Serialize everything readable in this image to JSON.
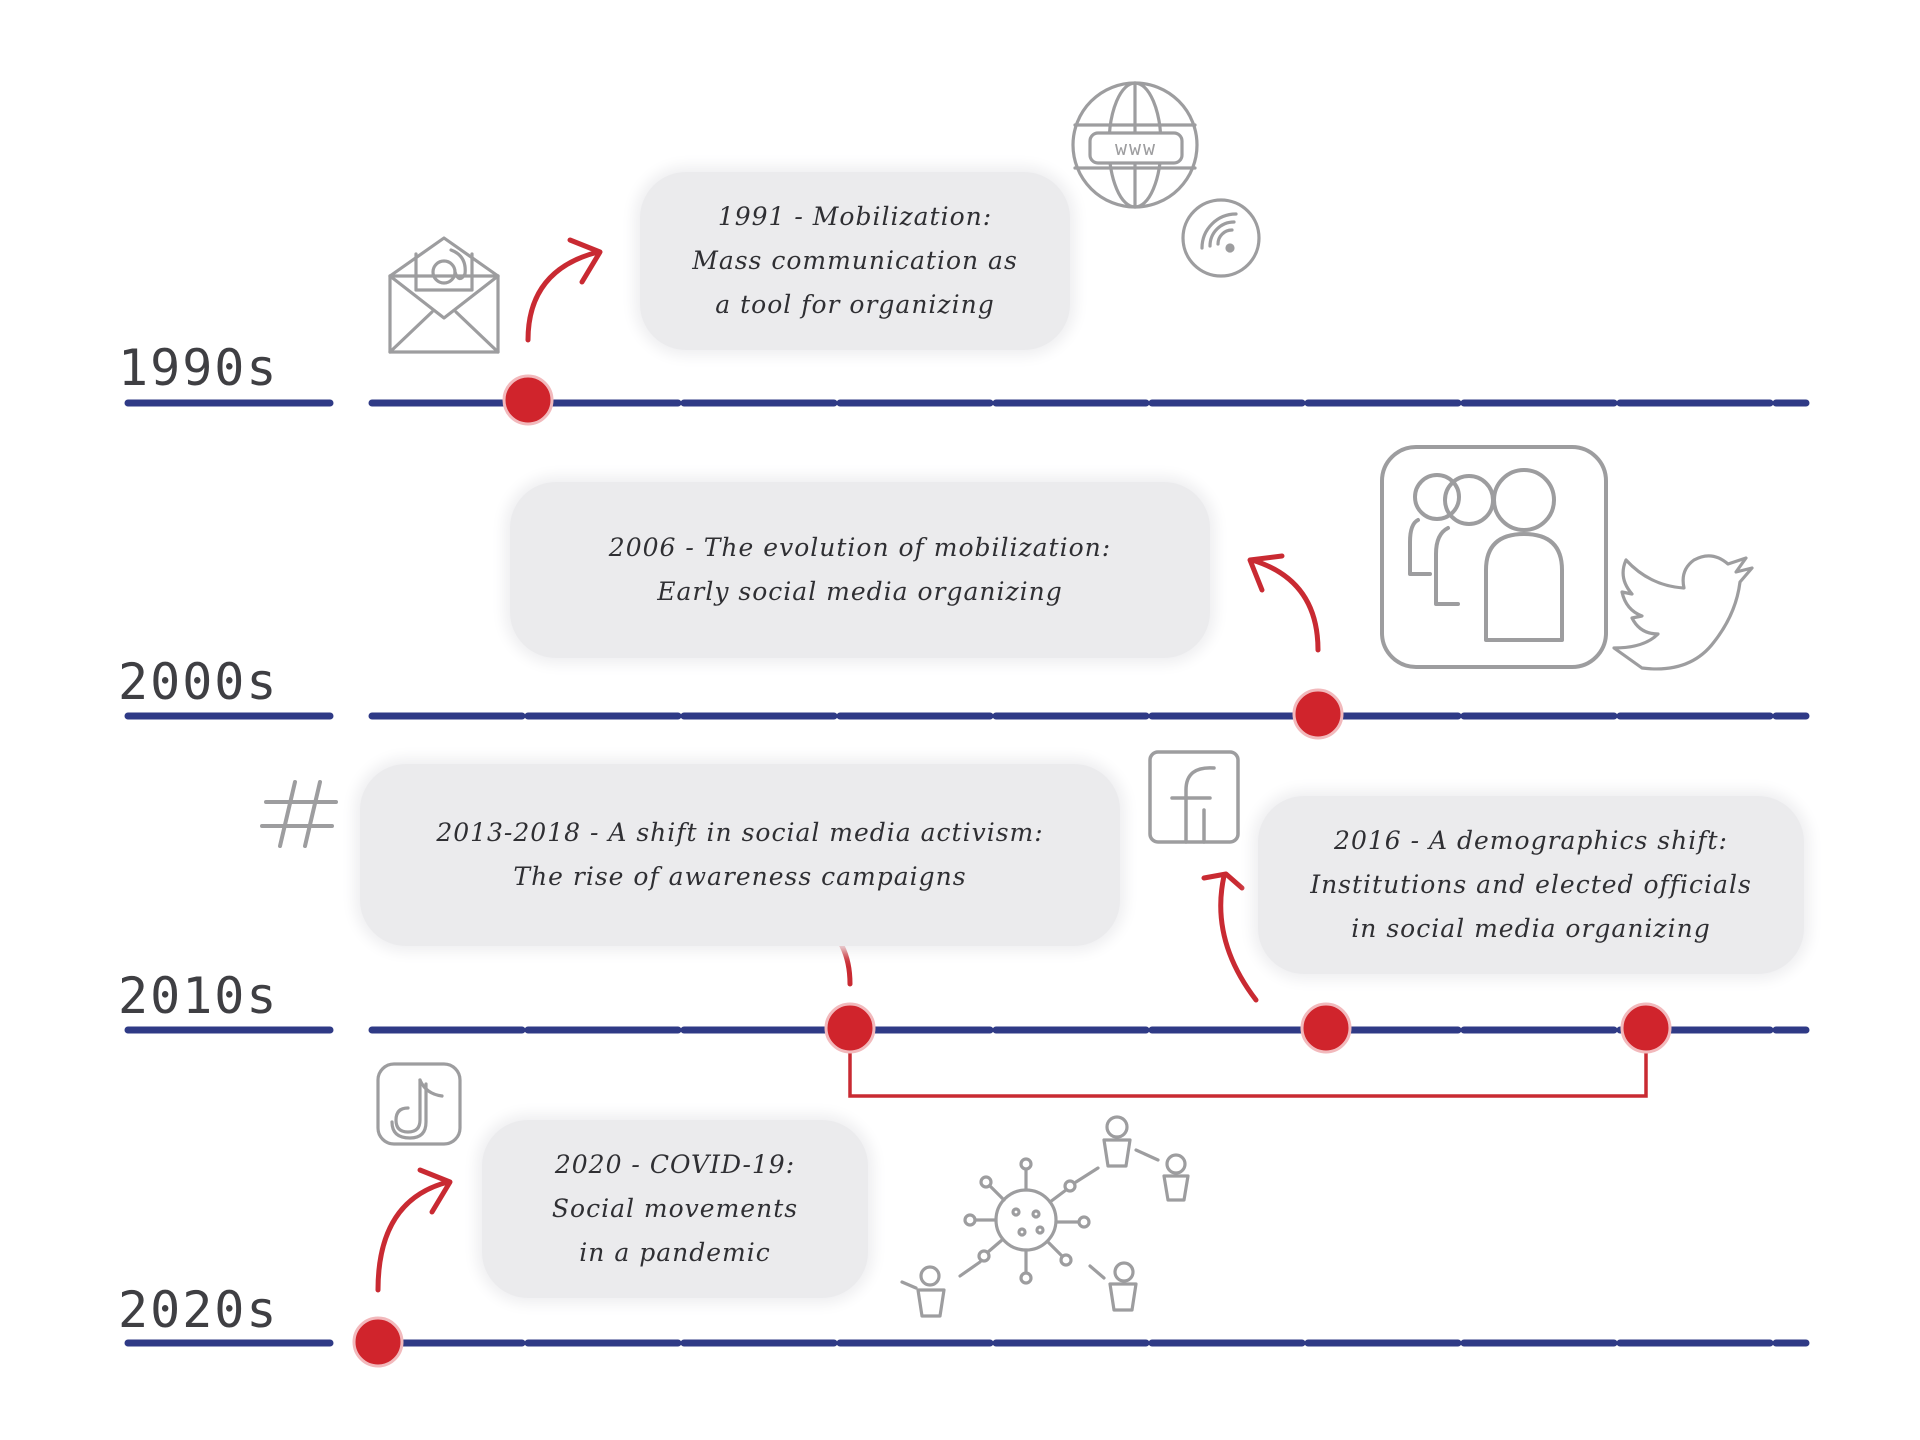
{
  "decades": [
    {
      "label": "1990s"
    },
    {
      "label": "2000s"
    },
    {
      "label": "2010s"
    },
    {
      "label": "2020s"
    }
  ],
  "events": [
    {
      "lines": [
        "1991 - Mobilization:",
        "Mass communication as",
        "a tool for organizing"
      ]
    },
    {
      "lines": [
        "2006 - The evolution of mobilization:",
        "Early social media organizing"
      ]
    },
    {
      "lines": [
        "2013-2018 - A shift in social media activism:",
        "The rise of awareness campaigns"
      ]
    },
    {
      "lines": [
        "2016 - A demographics shift:",
        "Institutions and elected officials",
        "in social media organizing"
      ]
    },
    {
      "lines": [
        "2020 - COVID-19:",
        "Social movements",
        "in a pandemic"
      ]
    }
  ],
  "icons": {
    "email": "email-at-icon",
    "globe": "www-globe-icon",
    "signal": "signal-icon",
    "myspace": "myspace-people-icon",
    "twitter": "twitter-bird-icon",
    "hashtag": "hashtag-icon",
    "facebook": "facebook-icon",
    "tiktok": "tiktok-icon",
    "network": "virus-network-icon",
    "globe_text": "www"
  },
  "colors": {
    "timeline": "#2f3a86",
    "marker": "#d0242c",
    "arrow": "#c92a32",
    "card": "#ebebed",
    "icon": "#9d9d9f",
    "text": "#2f2f33"
  }
}
